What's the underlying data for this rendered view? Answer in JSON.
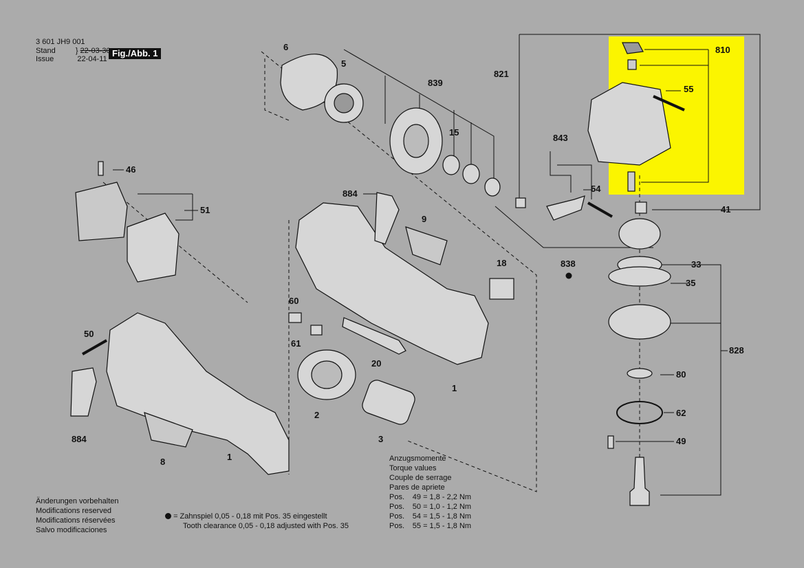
{
  "header": {
    "doc_number": "3 601 JH9 001",
    "stand_label": "Stand",
    "issue_label": "Issue",
    "old_date": "22-03-30",
    "new_date": "22-04-11",
    "figure_label": "Fig./Abb. 1"
  },
  "part_labels": {
    "p6": "6",
    "p5": "5",
    "p839": "839",
    "p15": "15",
    "p821": "821",
    "p810": "810",
    "p55": "55",
    "p46": "46",
    "p51": "51",
    "p884a": "884",
    "p9": "9",
    "p843": "843",
    "p54": "54",
    "p41": "41",
    "p838": "838",
    "p18": "18",
    "p33": "33",
    "p35": "35",
    "p60": "60",
    "p61": "61",
    "p20": "20",
    "p50": "50",
    "p1a": "1",
    "p828": "828",
    "p80": "80",
    "p2": "2",
    "p62": "62",
    "p3": "3",
    "p884b": "884",
    "p49": "49",
    "p8": "8",
    "p1b": "1"
  },
  "torque": {
    "heading_de": "Anzugsmomente",
    "heading_en": "Torque values",
    "heading_fr": "Couple de serrage",
    "heading_es": "Pares de apriete",
    "rows": [
      {
        "pos": "Pos.",
        "num": "49",
        "val": "= 1,8 - 2,2 Nm"
      },
      {
        "pos": "Pos.",
        "num": "50",
        "val": "= 1,0 - 1,2 Nm"
      },
      {
        "pos": "Pos.",
        "num": "54",
        "val": "= 1,5 - 1,8 Nm"
      },
      {
        "pos": "Pos.",
        "num": "55",
        "val": "= 1,5 - 1,8 Nm"
      }
    ]
  },
  "notes": {
    "de": "Änderungen vorbehalten",
    "en": "Modifications reserved",
    "fr": "Modifications réservées",
    "es": "Salvo modificaciones"
  },
  "tooth": {
    "line_de": "= Zahnspiel 0,05 - 0,18 mit Pos. 35 eingestellt",
    "line_en": "Tooth clearance 0,05 - 0,18 adjusted with Pos. 35"
  },
  "colors": {
    "background": "#ababab",
    "highlight": "#fbf500",
    "ink": "#111111"
  }
}
